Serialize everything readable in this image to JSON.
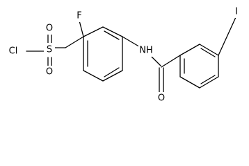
{
  "molecule": {
    "atoms": [
      {
        "id": "Cl",
        "label": "Cl"
      },
      {
        "id": "S",
        "label": "S"
      },
      {
        "id": "O1",
        "label": "O"
      },
      {
        "id": "O2",
        "label": "O"
      },
      {
        "id": "F",
        "label": "F"
      },
      {
        "id": "NH",
        "label": "NH"
      },
      {
        "id": "O3",
        "label": "O"
      },
      {
        "id": "I",
        "label": "I"
      }
    ]
  }
}
